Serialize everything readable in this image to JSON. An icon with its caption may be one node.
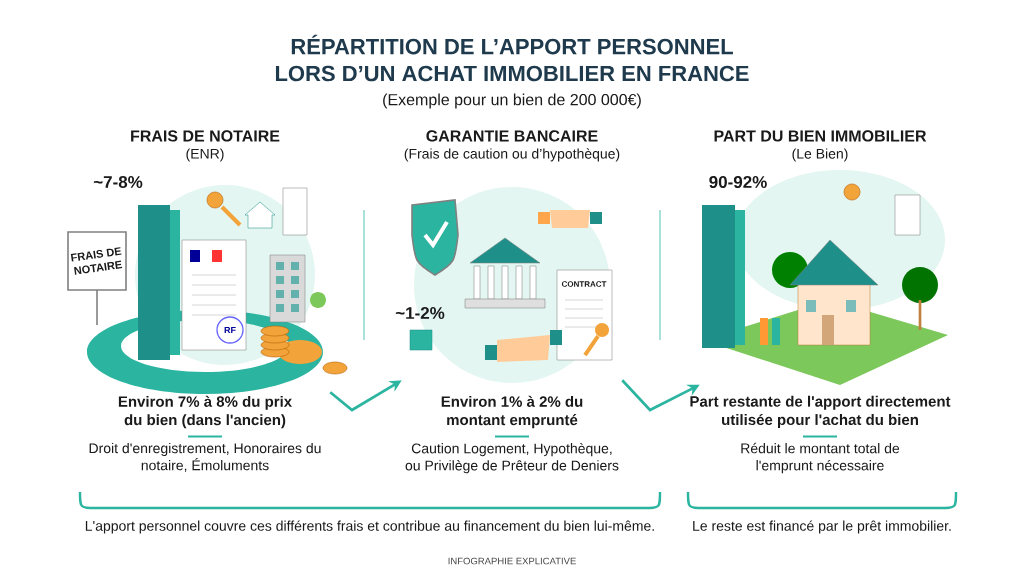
{
  "diagram": {
    "title": "RÉPARTITION DE L’APPORT PERSONNEL LORS D’UN ACHAT IMMOBILIER EN FRANCE",
    "nodes": [
      {
        "text": [
          "FRAIS DE NOTAIRE",
          "(ENR)",
          "Environ 7% à 8% du prix du bien (dans l'ancien)",
          "Droit d'enregistrement, Honoraires du notaire, Émoluments"
        ],
        "beside": [
          "~7-8%"
        ]
      },
      {
        "text": [],
        "shape": "picture",
        "in": 0
      },
      {
        "text": [
          "GARANTIE BANCAIRE",
          "(Frais de caution ou d’hypothèque)",
          "Environ 1% à 2% du montant emprunté",
          "Caution Logement, Hypothèque, ou Privilège de Prêteur de Deniers"
        ],
        "beside": [
          "~1-2%"
        ]
      },
      {
        "text": [],
        "shape": "picture",
        "in": 2
      },
      {
        "text": [
          "PART DU BIEN IMMOBILIER",
          "(Le Bien)",
          "Part restante de l'apport directement utilisée pour l'achat du bien",
          "Réduit le montant total de l'emprunt nécessaire"
        ],
        "beside": [
          "90-92%"
        ]
      },
      {
        "text": [],
        "shape": "picture",
        "in": 4
      }
    ],
    "edges": [
      {
        "from": 1,
        "to": 3,
        "arrow": "to"
      },
      {
        "from": 3,
        "to": 5,
        "arrow": "to"
      }
    ],
    "labels": [
      "(Exemple pour un bien de 200 000€)",
      "FRAIS DE NOTAIRE",
      "RF",
      "CONTRACT",
      "L'apport personnel couvre ces différents frais et contribue au financement du bien lui-même.",
      "Le reste est financé par le prêt immobilier.",
      "INFOGRAPHIE EXPLICATIVE"
    ]
  }
}
